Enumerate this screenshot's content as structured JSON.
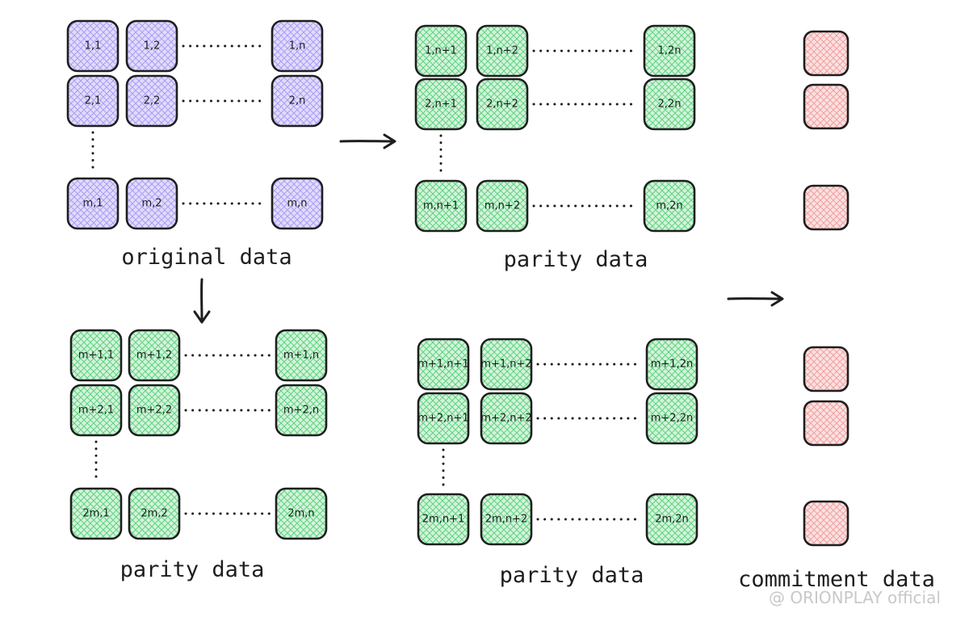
{
  "colors": {
    "original": "#a99df5",
    "parity": "#5fd37f",
    "commitment": "#f2a0a0",
    "ink": "#1e1e1e"
  },
  "blocks": [
    {
      "name": "original-data-block",
      "color": "original",
      "caption": "original data",
      "rows": [
        [
          "1,1",
          "1,2",
          "1,n"
        ],
        [
          "2,1",
          "2,2",
          "2,n"
        ],
        [
          "m,1",
          "m,2",
          "m,n"
        ]
      ]
    },
    {
      "name": "parity-data-block-top-right",
      "color": "parity",
      "caption": "parity data",
      "rows": [
        [
          "1,n+1",
          "1,n+2",
          "1,2n"
        ],
        [
          "2,n+1",
          "2,n+2",
          "2,2n"
        ],
        [
          "m,n+1",
          "m,n+2",
          "m,2n"
        ]
      ]
    },
    {
      "name": "parity-data-block-bottom-left",
      "color": "parity",
      "caption": "parity data",
      "rows": [
        [
          "m+1,1",
          "m+1,2",
          "m+1,n"
        ],
        [
          "m+2,1",
          "m+2,2",
          "m+2,n"
        ],
        [
          "2m,1",
          "2m,2",
          "2m,n"
        ]
      ]
    },
    {
      "name": "parity-data-block-bottom-right",
      "color": "parity",
      "caption": "parity data",
      "rows": [
        [
          "m+1,n+1",
          "m+1,n+2",
          "m+1,2n"
        ],
        [
          "m+2,n+1",
          "m+2,n+2",
          "m+2,2n"
        ],
        [
          "2m,n+1",
          "2m,n+2",
          "2m,2n"
        ]
      ]
    }
  ],
  "commitment": {
    "caption": "commitment data",
    "count": 6
  },
  "watermark": "@ ORIONPLAY official"
}
